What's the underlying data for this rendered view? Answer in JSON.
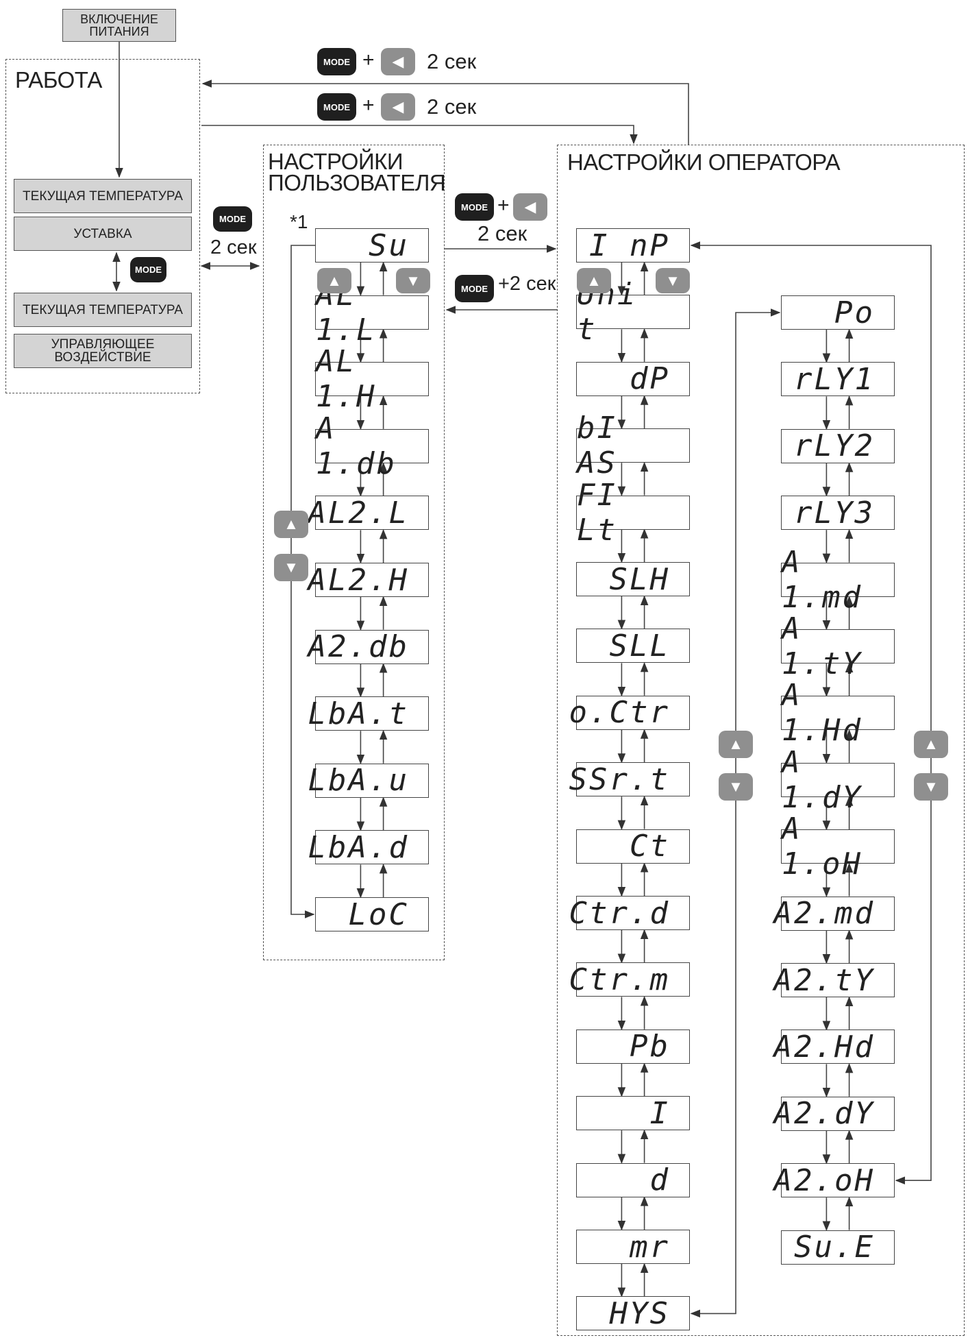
{
  "power_on": "ВКЛЮЧЕНИЕ\nПИТАНИЯ",
  "work": {
    "title": "РАБОТА",
    "items": [
      "ТЕКУЩАЯ ТЕМПЕРАТУРА",
      "УСТАВКА",
      "ТЕКУЩАЯ ТЕМПЕРАТУРА",
      "УПРАВЛЯЮЩЕЕ\nВОЗДЕЙСТВИЕ"
    ]
  },
  "keys": {
    "mode": "MODE",
    "plus": "+",
    "two_sec": "2 сек",
    "plus_two_sec": "+2 сек",
    "up": "▲",
    "down": "▼",
    "left": "◀"
  },
  "user_settings": {
    "title": "НАСТРОЙКИ\nПОЛЬЗОВАТЕЛЯ",
    "note": "*1",
    "params": [
      "Su",
      "AL 1.L",
      "AL 1.H",
      "A 1.db",
      "AL2.L",
      "AL2.H",
      "A2.db",
      "LbA.t",
      "LbA.u",
      "LbA.d",
      "LoC"
    ]
  },
  "operator_settings": {
    "title": "НАСТРОЙКИ ОПЕРАТОРА",
    "col1": [
      "I nP",
      "Uni t",
      "dP",
      "bI AS",
      "FI Lt",
      "SLH",
      "SLL",
      "o.Ctr",
      "SSr.t",
      "Ct",
      "Ctr.d",
      "Ctr.m",
      "Pb",
      "I",
      "d",
      "mr",
      "HYS"
    ],
    "col2": [
      "Po",
      "rLY1",
      "rLY2",
      "rLY3",
      "A 1.md",
      "A 1.tY",
      "A 1.Hd",
      "A 1.dY",
      "A 1.oH",
      "A2.md",
      "A2.tY",
      "A2.Hd",
      "A2.dY",
      "A2.oH",
      "Su.E"
    ]
  }
}
